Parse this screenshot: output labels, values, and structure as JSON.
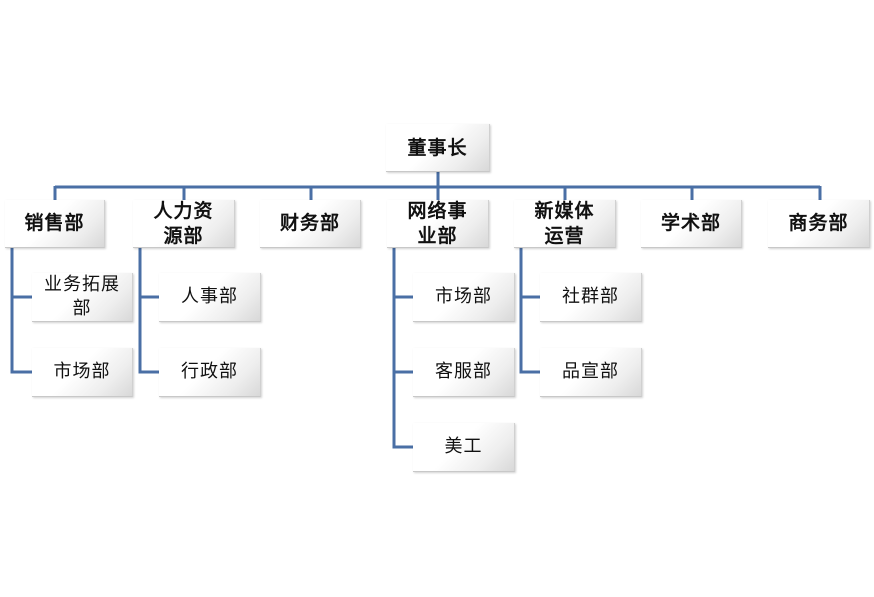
{
  "chart": {
    "root": "董事长",
    "departments": [
      {
        "label": "销售部",
        "children": [
          "业务拓展部",
          "市场部"
        ]
      },
      {
        "label": "人力资源部",
        "children": [
          "人事部",
          "行政部"
        ]
      },
      {
        "label": "财务部",
        "children": []
      },
      {
        "label": "网络事业部",
        "children": [
          "市场部",
          "客服部",
          "美工"
        ]
      },
      {
        "label": "新媒体运营",
        "children": [
          "社群部",
          "品宣部"
        ]
      },
      {
        "label": "学术部",
        "children": []
      },
      {
        "label": "商务部",
        "children": []
      }
    ]
  },
  "colors": {
    "connector": "#4a6fa5",
    "text": "#111111"
  }
}
